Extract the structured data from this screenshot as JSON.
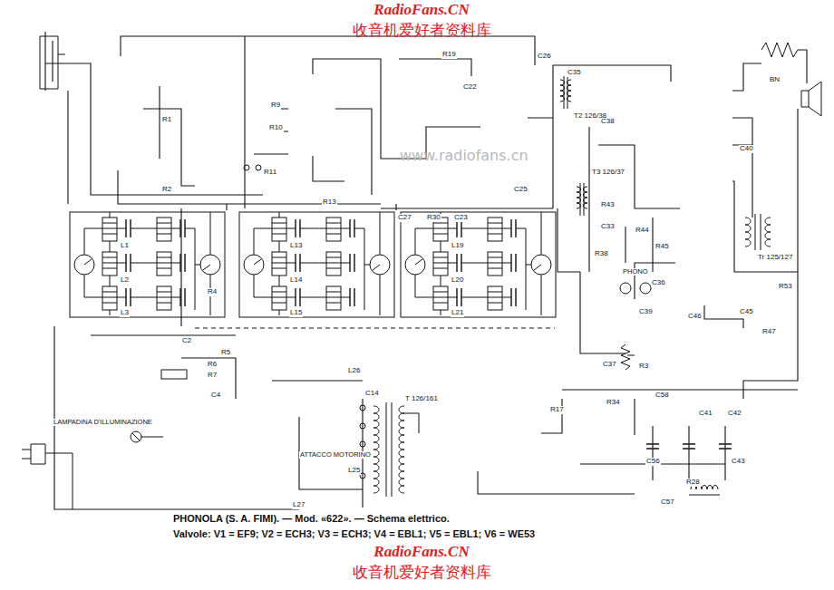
{
  "diagram": {
    "caption": "PHONOLA (S. A. FIMI). — Mod. «622». — Schema elettrico.",
    "nodes": [
      {
        "text": [
          "V1"
        ]
      },
      {
        "text": [
          "V2"
        ]
      },
      {
        "text": [
          "V3"
        ]
      },
      {
        "text": [
          "V4"
        ]
      },
      {
        "text": [
          "V5"
        ]
      },
      {
        "text": [
          "V6"
        ]
      }
    ],
    "labels": [
      "RadioFans.CN",
      "收音机爱好者资料库",
      "www.radiofans.cn",
      "RadioFans.CN",
      "收音机爱好者资料库",
      "Valvole: V1 = EF9; V2 = ECH3; V3 = ECH3; V4 = EBL1; V5 = EBL1; V6 = WE53",
      "LAMPADINA D'ILLUMINAZIONE",
      "PHONO",
      "ATTACCO MOTORINO",
      "R1",
      "R2",
      "R9",
      "R10",
      "R11",
      "R13",
      "R19",
      "C22",
      "C23",
      "C25",
      "C26",
      "C27",
      "R30",
      "C35",
      "T2 126/38",
      "C38",
      "T3 126/37",
      "R43",
      "C33",
      "R44",
      "R45",
      "R38",
      "C36",
      "C39",
      "C37",
      "R3",
      "C40",
      "Tr 125/127",
      "R53",
      "C46",
      "C45",
      "R47",
      "BN",
      "R4",
      "R5",
      "R6",
      "R7",
      "C4",
      "C2",
      "L26",
      "C14",
      "L25",
      "L27",
      "T 126/161",
      "R17",
      "R34",
      "C58",
      "C41",
      "C42",
      "C56",
      "C57",
      "C43",
      "R28",
      "L1",
      "L2",
      "L3",
      "L13",
      "L14",
      "L15",
      "L19",
      "L20",
      "L21"
    ]
  }
}
